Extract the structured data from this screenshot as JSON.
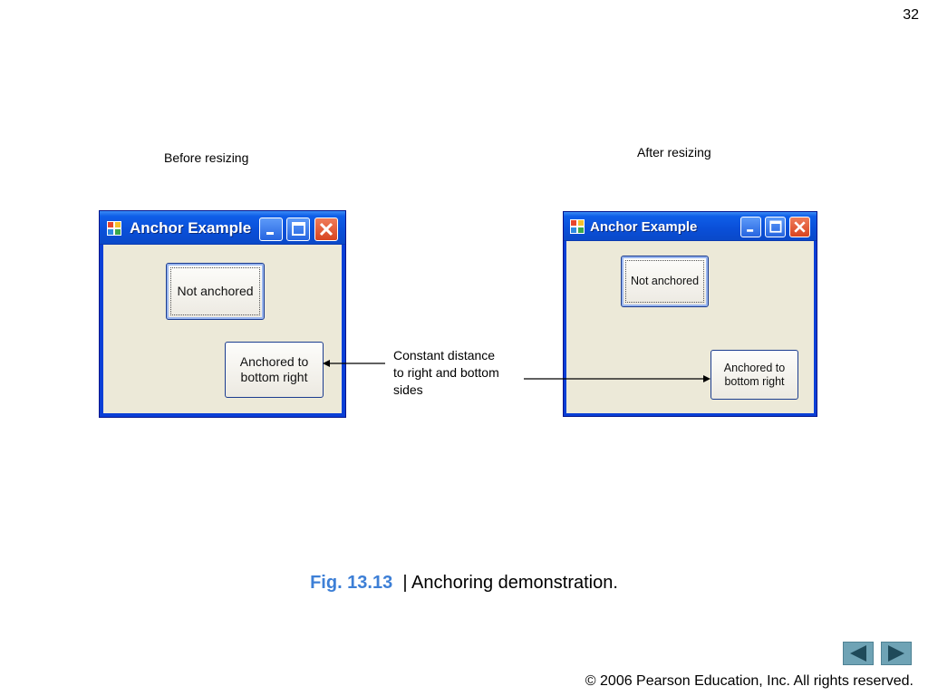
{
  "slide": {
    "number": "32"
  },
  "captions": {
    "before": "Before resizing",
    "after": "After resizing"
  },
  "window_before": {
    "title": "Anchor Example",
    "button_not_anchored": "Not anchored",
    "button_anchored_line1": "Anchored to",
    "button_anchored_line2": "bottom right"
  },
  "window_after": {
    "title": "Anchor Example",
    "button_not_anchored": "Not anchored",
    "button_anchored_line1": "Anchored to",
    "button_anchored_line2": "bottom right"
  },
  "annotation": {
    "line1": "Constant distance",
    "line2": "to right and bottom",
    "line3": "sides"
  },
  "figure": {
    "number": "Fig. 13.13",
    "title": "| Anchoring demonstration."
  },
  "footer": {
    "copyright": "© 2006 Pearson Education, Inc.  All rights reserved."
  },
  "icons": {
    "app": "app-window-icon",
    "minimize": "minimize-icon",
    "maximize": "maximize-icon",
    "close": "close-icon",
    "prev": "previous-arrow-icon",
    "next": "next-arrow-icon"
  },
  "colors": {
    "accent": "#3d7fd6",
    "titlebar": "#0a4fd8",
    "client": "#ece9d8",
    "close_button": "#d84420",
    "nav_button": "#6fa3b5"
  }
}
